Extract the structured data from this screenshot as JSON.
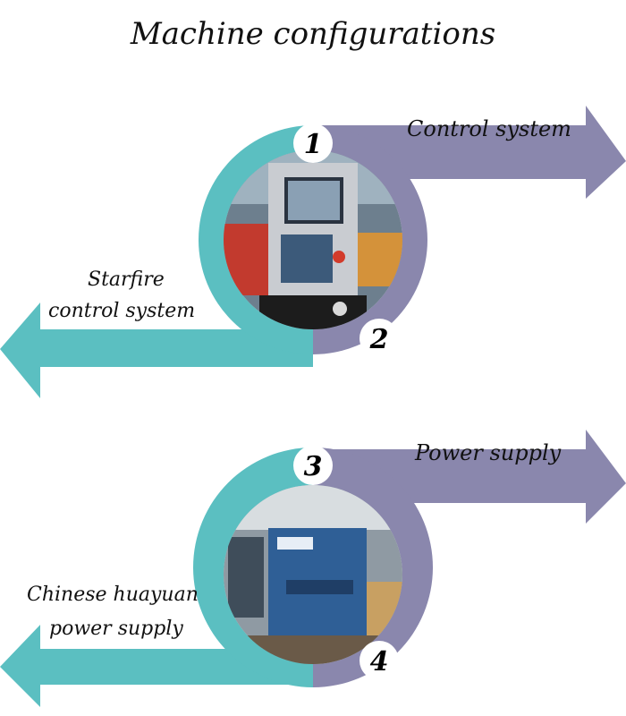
{
  "title": "Machine configurations",
  "colors": {
    "teal": "#5bbfc1",
    "lavender": "#8a87ad",
    "text": "#111111"
  },
  "sections": [
    {
      "top_number": "1",
      "bottom_number": "2",
      "right_label": "Control system",
      "left_label_line1": "Starfire",
      "left_label_line2": "control system",
      "photo": "cnc-control-panel"
    },
    {
      "top_number": "3",
      "bottom_number": "4",
      "right_label": "Power supply",
      "left_label_line1": "Chinese huayuan",
      "left_label_line2": "power supply",
      "photo": "plasma-power-supply"
    }
  ]
}
